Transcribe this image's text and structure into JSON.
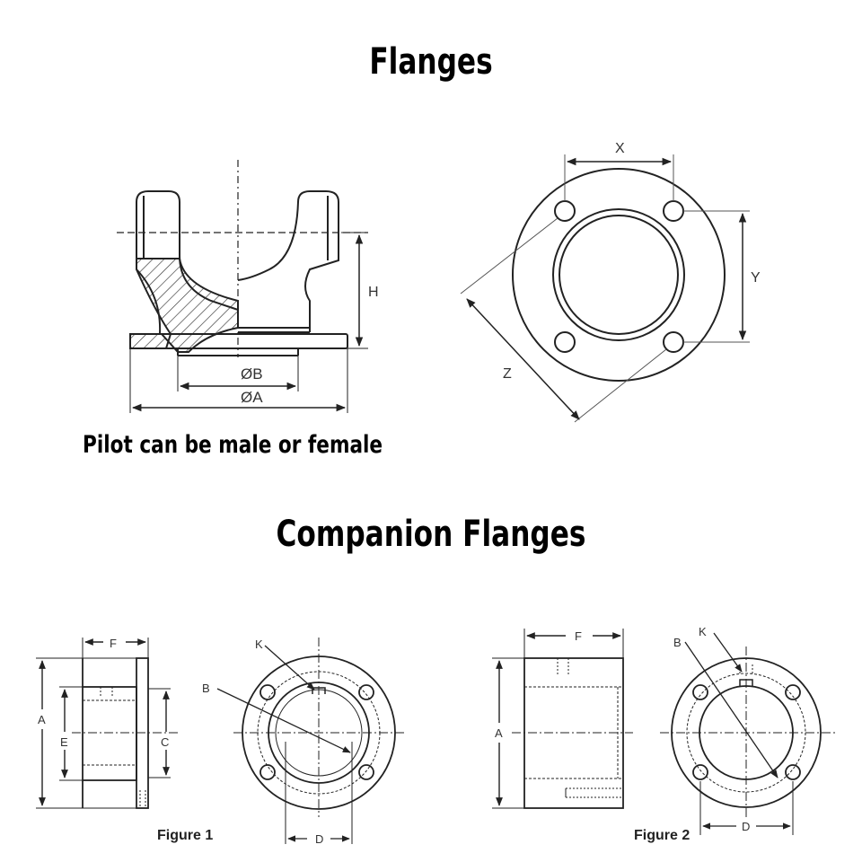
{
  "titles": {
    "flanges": "Flanges",
    "companion_flanges": "Companion Flanges"
  },
  "note": "Pilot can be male or female",
  "yoke_labels": {
    "h": "H",
    "b": "ØB",
    "a": "ØA"
  },
  "face_labels": {
    "x": "X",
    "y": "Y",
    "z": "Z"
  },
  "figure1": {
    "caption": "Figure 1",
    "f": "F",
    "a": "A",
    "e": "E",
    "c": "C",
    "k": "K",
    "b": "B",
    "d": "D"
  },
  "figure2": {
    "caption": "Figure 2",
    "f": "F",
    "a": "A",
    "b": "B",
    "k": "K",
    "d": "D"
  }
}
